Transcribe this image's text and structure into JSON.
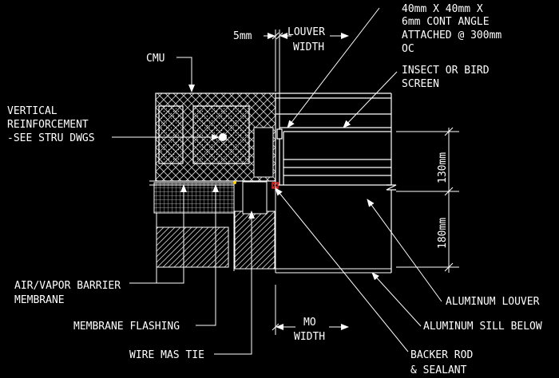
{
  "labels": {
    "dim_5mm": "5mm",
    "louver_width_1": "LOUVER",
    "louver_width_2": "WIDTH",
    "angle_1": "40mm X 40mm X",
    "angle_2": "6mm CONT ANGLE",
    "angle_3": "ATTACHED @ 300mm",
    "angle_4": "OC",
    "cmu": "CMU",
    "insect_1": "INSECT OR BIRD",
    "insect_2": "SCREEN",
    "vert_1": "VERTICAL",
    "vert_2": "REINFORCEMENT",
    "vert_3": "-SEE STRU DWGS",
    "dim_130": "130mm",
    "dim_180": "180mm",
    "air_1": "AIR/VAPOR BARRIER",
    "air_2": "MEMBRANE",
    "alum_louver": "ALUMINUM LOUVER",
    "mo_1": "MO",
    "mo_2": "WIDTH",
    "alum_sill": "ALUMINUM SILL BELOW",
    "flashing": "MEMBRANE FLASHING",
    "wire": "WIRE MAS TIE",
    "backer_1": "BACKER ROD",
    "backer_2": "& SEALANT"
  },
  "colors": {
    "background": "#000000",
    "linework": "#ffffff",
    "hatch": "#d9d9d9",
    "sealant": "#ff3030",
    "flashing": "#ffd400"
  }
}
